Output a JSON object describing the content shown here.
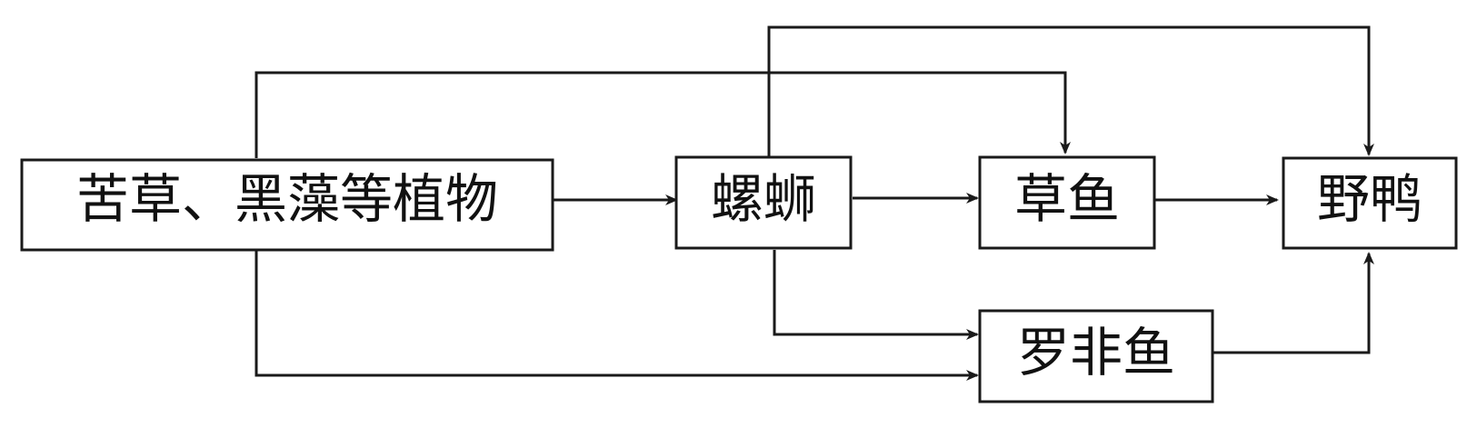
{
  "diagram": {
    "nodes": {
      "plants": {
        "label": "苦草、黑藻等植物"
      },
      "snail": {
        "label": "螺蛳"
      },
      "grass_carp": {
        "label": "草鱼"
      },
      "wild_duck": {
        "label": "野鸭"
      },
      "tilapia": {
        "label": "罗非鱼"
      }
    },
    "edges": [
      {
        "from": "plants",
        "to": "snail"
      },
      {
        "from": "plants",
        "to": "grass_carp"
      },
      {
        "from": "plants",
        "to": "tilapia"
      },
      {
        "from": "snail",
        "to": "grass_carp"
      },
      {
        "from": "snail",
        "to": "wild_duck"
      },
      {
        "from": "snail",
        "to": "tilapia"
      },
      {
        "from": "grass_carp",
        "to": "wild_duck"
      },
      {
        "from": "tilapia",
        "to": "wild_duck"
      }
    ],
    "colors": {
      "line": "#1a1a1a",
      "text": "#111111",
      "background": "#ffffff"
    }
  }
}
